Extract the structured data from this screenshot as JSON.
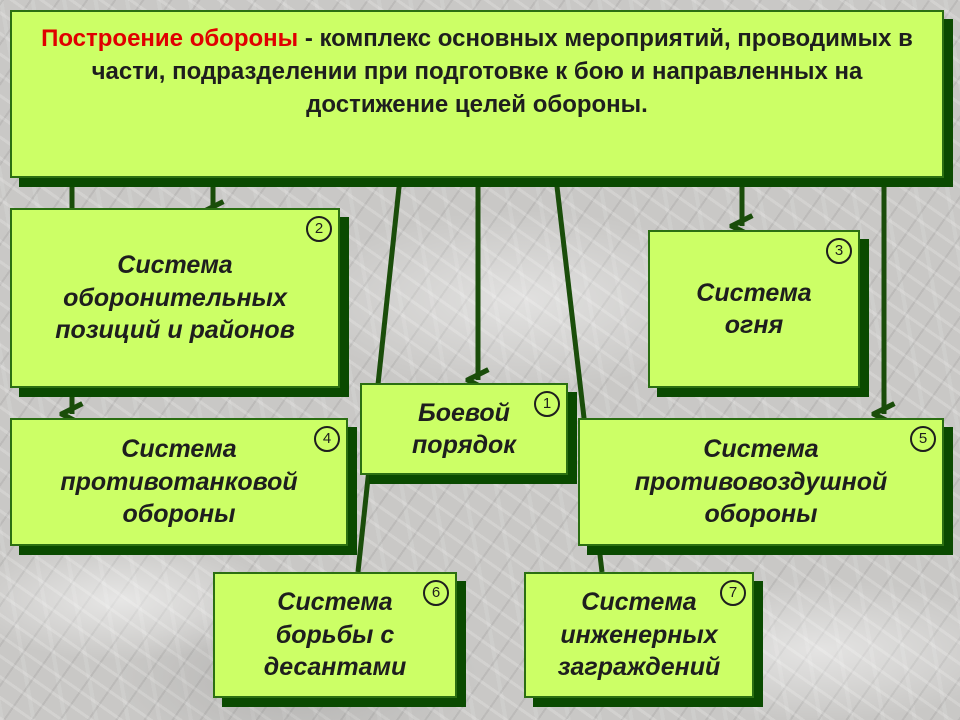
{
  "header": {
    "term": "Построение обороны",
    "separator": " - ",
    "definition": "комплекс основных мероприятий, проводимых в части, подразделении при подготовке к бою и направленных на достижение целей обороны."
  },
  "boxes": [
    {
      "id": "b1",
      "number": "1",
      "label": "Боевой\nпорядок"
    },
    {
      "id": "b2",
      "number": "2",
      "label": "Система\nоборонительных\nпозиций и районов"
    },
    {
      "id": "b3",
      "number": "3",
      "label": "Система\nогня"
    },
    {
      "id": "b4",
      "number": "4",
      "label": "Система\nпротивотанковой\nобороны"
    },
    {
      "id": "b5",
      "number": "5",
      "label": "Система\nпротивовоздушной\nобороны"
    },
    {
      "id": "b6",
      "number": "6",
      "label": "Система\nборьбы с\nдесантами"
    },
    {
      "id": "b7",
      "number": "7",
      "label": "Система\nинженерных\nзаграждений"
    }
  ],
  "colors": {
    "box_fill": "#ccff66",
    "box_shadow": "#0a4a00",
    "term_color": "#e00000",
    "arrow_color": "#1a4d0a"
  }
}
